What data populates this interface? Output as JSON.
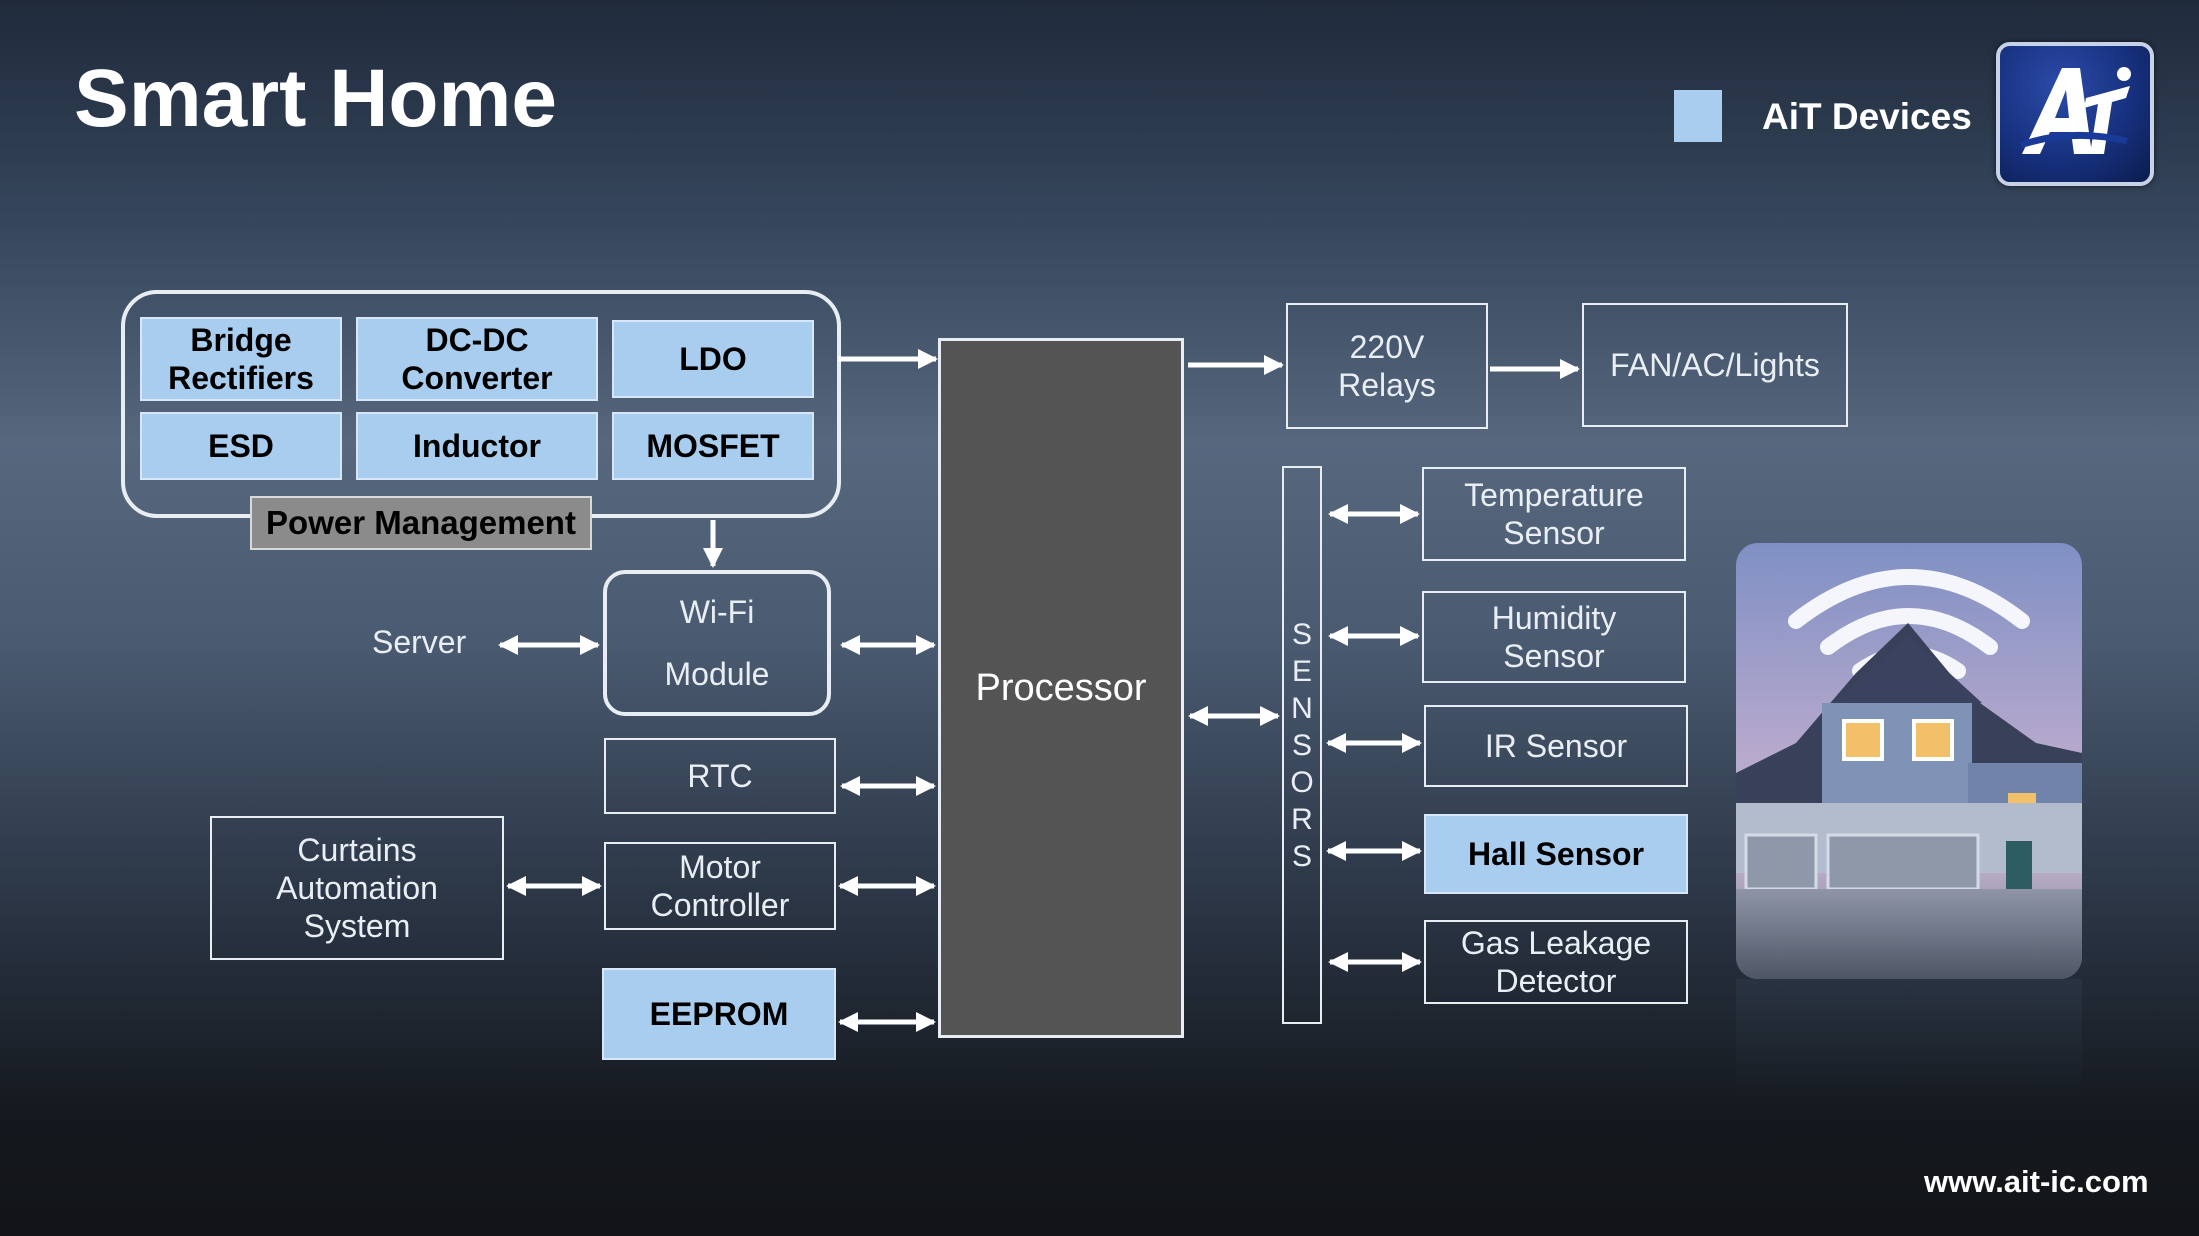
{
  "title": "Smart Home",
  "legend": {
    "label": "AiT Devices",
    "swatch_color": "#a9cdef"
  },
  "logo": {
    "text": "Ai",
    "icon": "ait-logo-icon"
  },
  "power_management": {
    "label": "Power Management",
    "components": [
      "Bridge\nRectifiers",
      "DC-DC\nConverter",
      "LDO",
      "ESD",
      "Inductor",
      "MOSFET"
    ]
  },
  "wifi_module": {
    "line1": "Wi-Fi",
    "line2": "Module"
  },
  "server_label": "Server",
  "rtc": "RTC",
  "motor_controller": "Motor\nController",
  "curtains": "Curtains\nAutomation\nSystem",
  "eeprom": "EEPROM",
  "processor": "Processor",
  "relays": "220V\nRelays",
  "loads": "FAN/AC/Lights",
  "sensors_bar_letters": [
    "S",
    "E",
    "N",
    "S",
    "O",
    "R",
    "S"
  ],
  "sensors": [
    {
      "label": "Temperature\nSensor",
      "ait": false
    },
    {
      "label": "Humidity\nSensor",
      "ait": false
    },
    {
      "label": "IR Sensor",
      "ait": false
    },
    {
      "label": "Hall Sensor",
      "ait": true
    },
    {
      "label": "Gas Leakage\nDetector",
      "ait": false
    }
  ],
  "website": "www.ait-ic.com",
  "colors": {
    "ait_blue": "#a9cdef",
    "processor_gray": "#545454",
    "pm_label_gray": "#8b8b8b"
  }
}
